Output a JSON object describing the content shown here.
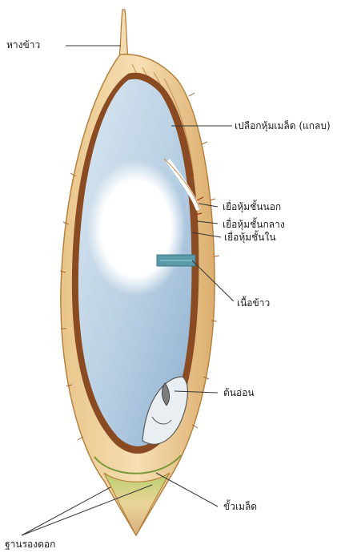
{
  "diagram": {
    "labels": {
      "awn": "หางข้าว",
      "husk": "เปลือกหุ้มเมล็ด (แกลบ)",
      "outer_layer": "เยื่อหุ้มชั้นนอก",
      "middle_layer": "เยื่อหุ้มชั้นกลาง",
      "inner_layer": "เยื่อหุ้มชั้นใน",
      "endosperm": "เนื้อข้าว",
      "embryo": "ต้นอ่อน",
      "seed_base": "ขั้วเมล็ด",
      "floral_base": "ฐานรองดอก"
    }
  }
}
